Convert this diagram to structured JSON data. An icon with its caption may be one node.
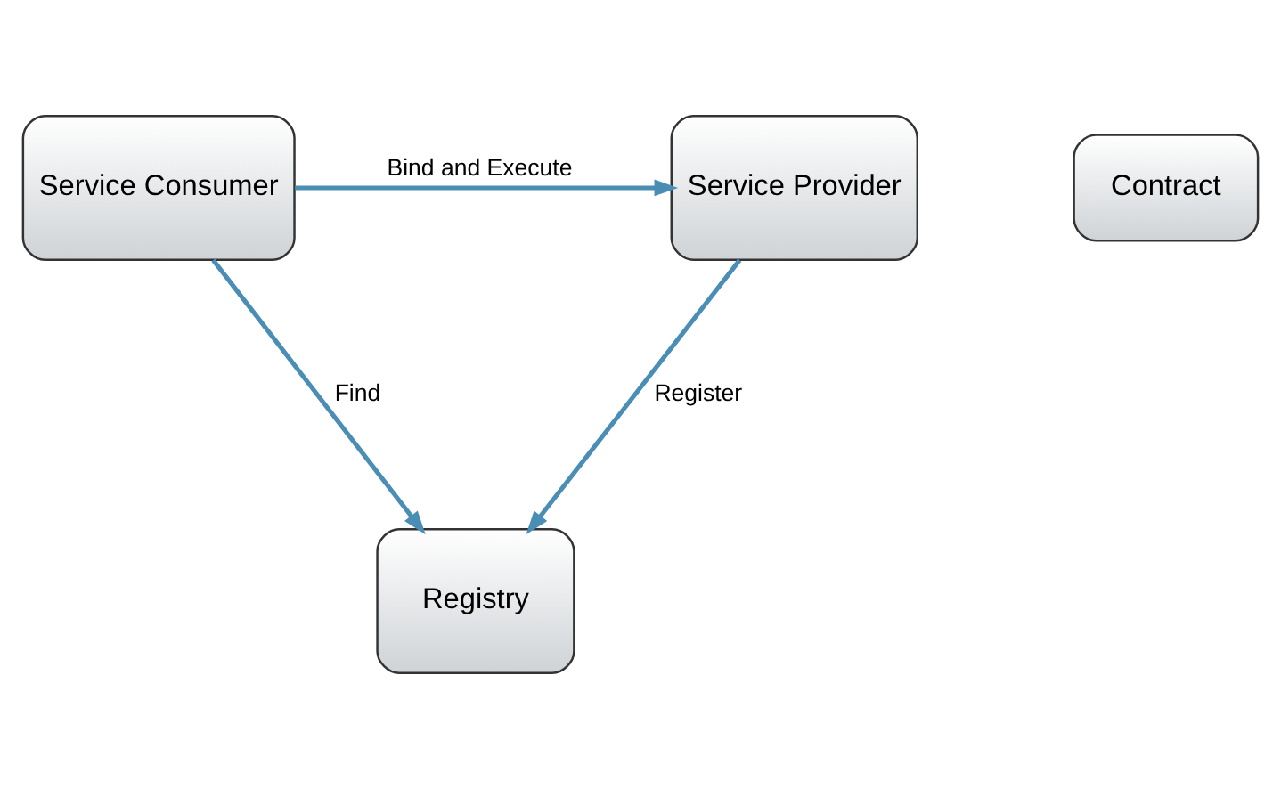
{
  "diagram": {
    "nodes": [
      {
        "text": [
          "Service Consumer"
        ]
      },
      {
        "text": [
          "Service Provider"
        ]
      },
      {
        "text": [
          "Contract"
        ]
      },
      {
        "text": [
          "Registry"
        ]
      }
    ],
    "edges": [
      {
        "from": 0,
        "to": 1,
        "arrow": "to",
        "label": "Bind and Execute"
      },
      {
        "from": 0,
        "to": 3,
        "arrow": "to",
        "label": "Find"
      },
      {
        "from": 1,
        "to": 3,
        "arrow": "to",
        "label": "Register"
      }
    ]
  }
}
